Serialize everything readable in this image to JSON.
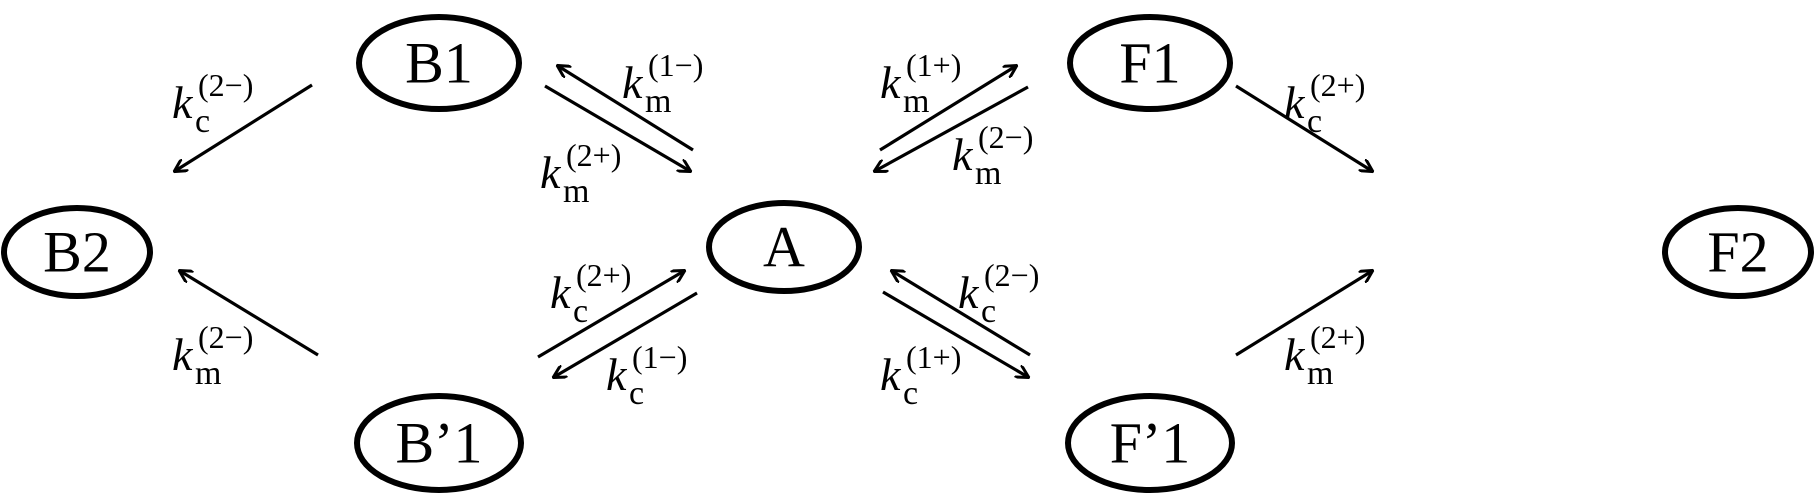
{
  "nodes": {
    "B1": "B1",
    "B2": "B2",
    "A": "A",
    "F1": "F1",
    "F2": "F2",
    "Bp1": "B’1",
    "Fp1": "F’1"
  },
  "edges": [
    {
      "from": "B1",
      "to": "B2",
      "k": "k",
      "sub": "c",
      "sup": "(2−)"
    },
    {
      "from": "A",
      "to": "B1",
      "k": "k",
      "sub": "m",
      "sup": "(1−)"
    },
    {
      "from": "B1",
      "to": "A",
      "k": "k",
      "sub": "m",
      "sup": "(2+)"
    },
    {
      "from": "A",
      "to": "F1",
      "k": "k",
      "sub": "m",
      "sup": "(1+)"
    },
    {
      "from": "F1",
      "to": "A",
      "k": "k",
      "sub": "m",
      "sup": "(2−)"
    },
    {
      "from": "F1",
      "to": "F2",
      "k": "k",
      "sub": "c",
      "sup": "(2+)"
    },
    {
      "from": "Bp1",
      "to": "B2",
      "k": "k",
      "sub": "m",
      "sup": "(2−)"
    },
    {
      "from": "Bp1",
      "to": "A",
      "k": "k",
      "sub": "c",
      "sup": "(2+)"
    },
    {
      "from": "A",
      "to": "Bp1",
      "k": "k",
      "sub": "c",
      "sup": "(1−)"
    },
    {
      "from": "Fp1",
      "to": "A",
      "k": "k",
      "sub": "c",
      "sup": "(2−)"
    },
    {
      "from": "A",
      "to": "Fp1",
      "k": "k",
      "sub": "c",
      "sup": "(1+)"
    },
    {
      "from": "Fp1",
      "to": "F2",
      "k": "k",
      "sub": "m",
      "sup": "(2+)"
    }
  ]
}
